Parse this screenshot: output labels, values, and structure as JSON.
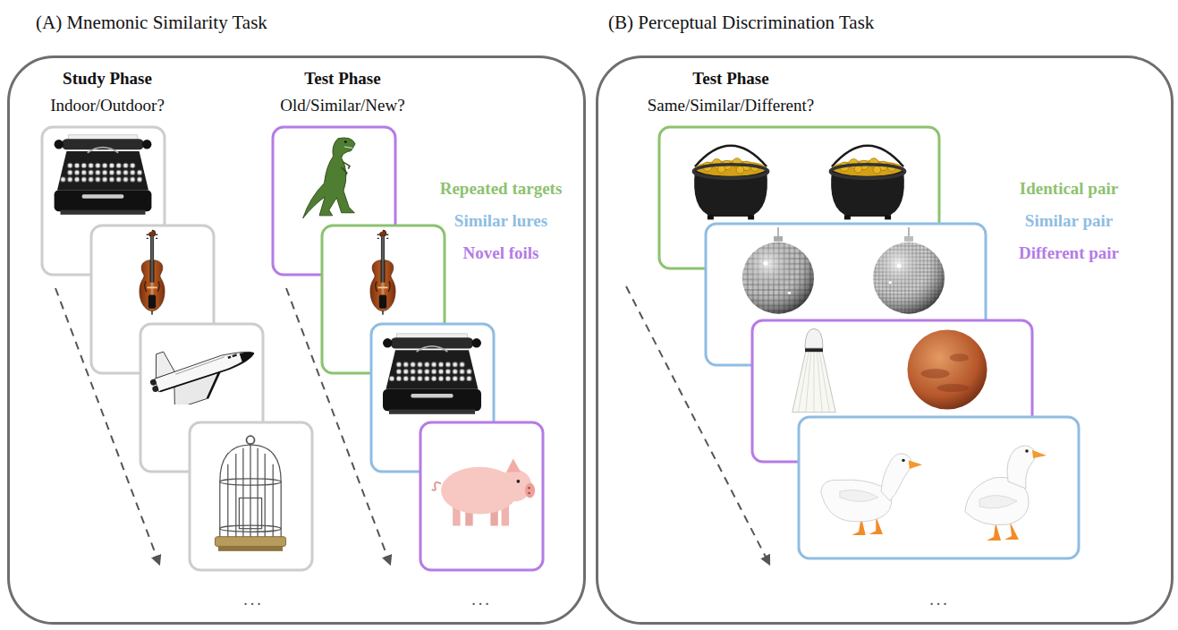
{
  "diagram": {
    "nodes": [
      {
        "text": [
          "(A) Mnemonic Similarity Task",
          "Study Phase",
          "Indoor/Outdoor?",
          "Test Phase",
          "Old/Similar/New?"
        ]
      },
      {
        "text": [
          "(B) Perceptual Discrimination Task",
          "Test Phase",
          "Same/Similar/Different?"
        ]
      }
    ],
    "labels": [
      "...",
      "...",
      "..."
    ],
    "legend": [
      {
        "text": "Repeated targets",
        "color": "#8cc26f"
      },
      {
        "text": "Similar lures",
        "color": "#8fbde3"
      },
      {
        "text": "Novel foils",
        "color": "#b57be6"
      },
      {
        "text": "Identical pair",
        "color": "#8cc26f"
      },
      {
        "text": "Similar pair",
        "color": "#8fbde3"
      },
      {
        "text": "Different pair",
        "color": "#b57be6"
      }
    ]
  }
}
